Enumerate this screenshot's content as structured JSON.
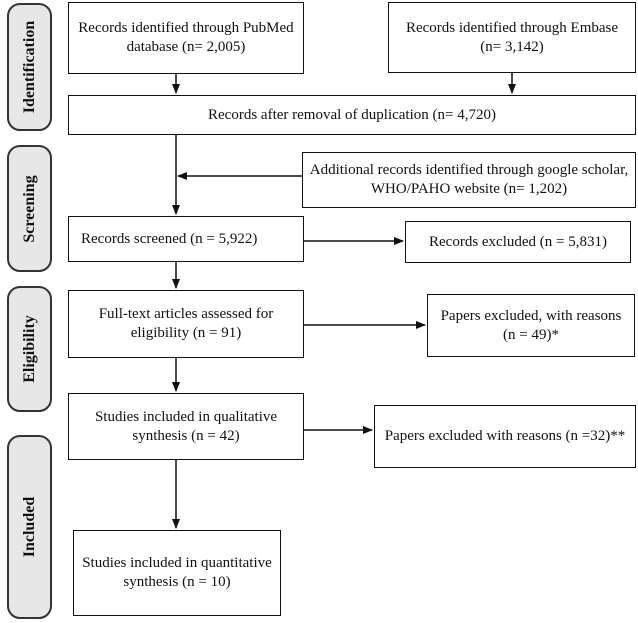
{
  "stages": {
    "identification": "Identification",
    "screening": "Screening",
    "eligibility": "Eligibility",
    "included": "Included"
  },
  "boxes": {
    "pubmed": "Records identified through PubMed database (n= 2,005)",
    "embase": "Records identified through Embase (n= 3,142)",
    "dedup": "Records after removal of duplication (n= 4,720)",
    "additional": "Additional records identified through google scholar, WHO/PAHO website (n= 1,202)",
    "screened": "Records screened (n = 5,922)",
    "excluded_screen": "Records excluded (n = 5,831)",
    "fulltext": "Full-text articles assessed for eligibility (n = 91)",
    "excluded_fulltext": "Papers excluded, with reasons (n = 49)*",
    "qualitative": "Studies included in qualitative synthesis (n = 42)",
    "excluded_qual": "Papers excluded with reasons (n =32)**",
    "quantitative": "Studies included in quantitative synthesis (n = 10)"
  }
}
